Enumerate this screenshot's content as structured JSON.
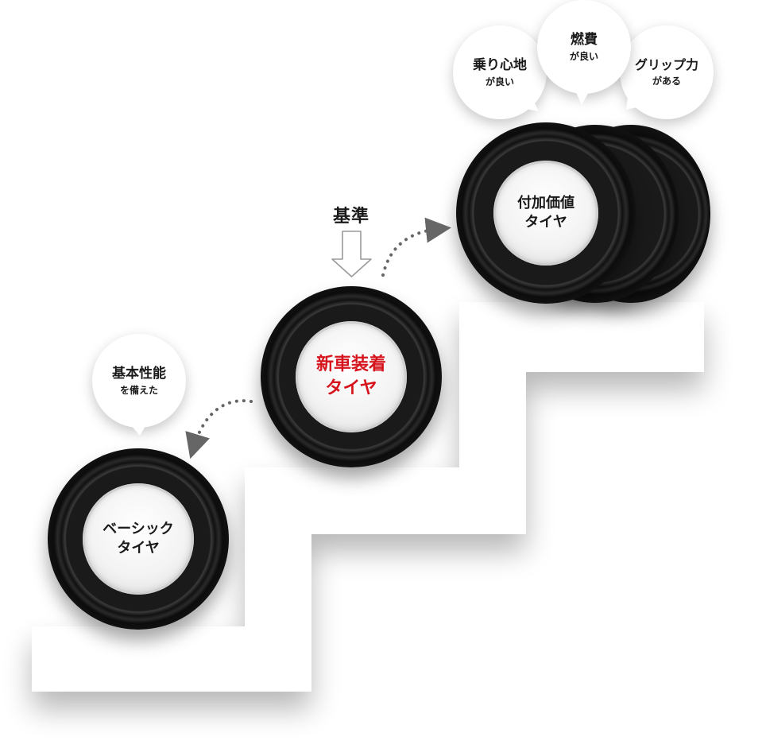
{
  "steps": {
    "basic": {
      "line1": "ベーシック",
      "line2": "タイヤ"
    },
    "oe": {
      "line1": "新車装着",
      "line2": "タイヤ"
    },
    "premium": {
      "line1": "付加価値",
      "line2": "タイヤ"
    }
  },
  "standard_label": "基準",
  "bubbles": {
    "basic": {
      "line1": "基本性能",
      "line2": "を備えた"
    },
    "comfort": {
      "line1": "乗り心地",
      "line2": "が良い"
    },
    "fuel": {
      "line1": "燃費",
      "line2": "が良い"
    },
    "grip": {
      "line1": "グリップ力",
      "line2": "がある"
    }
  },
  "colors": {
    "accent_red": "#d6141d",
    "tire": "#111111",
    "hub": "#f3f3f3"
  }
}
